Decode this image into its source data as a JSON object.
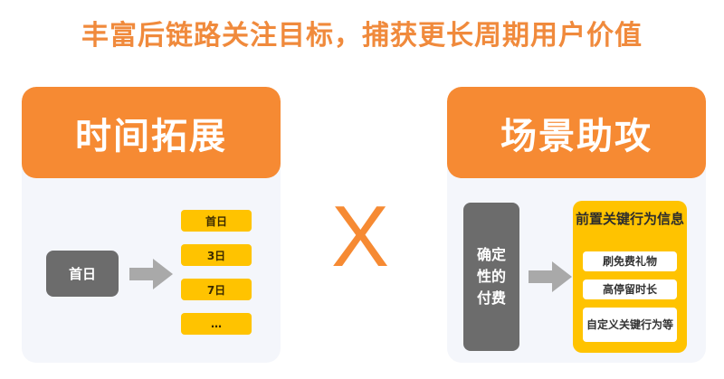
{
  "headline": "丰富后链路关注目标，捕获更长周期用户价值",
  "left_panel": {
    "title": "时间拓展",
    "start_label": "首日",
    "days": [
      "首日",
      "3日",
      "7日",
      "…"
    ]
  },
  "cross_symbol": "X",
  "right_panel": {
    "title": "场景助攻",
    "source_label": "确定性的付费",
    "pre_box": {
      "title": "前置关键行为信息",
      "items": [
        "刷免费礼物",
        "高停留时长",
        "自定义关键行为等"
      ]
    }
  },
  "colors": {
    "accent_orange": "#f68a33",
    "headline_orange": "#f08a3c",
    "yellow": "#ffc300",
    "grey": "#6c6c6c",
    "arrow_grey": "#a9a9a9",
    "panel_bg": "#f4f6fb"
  }
}
